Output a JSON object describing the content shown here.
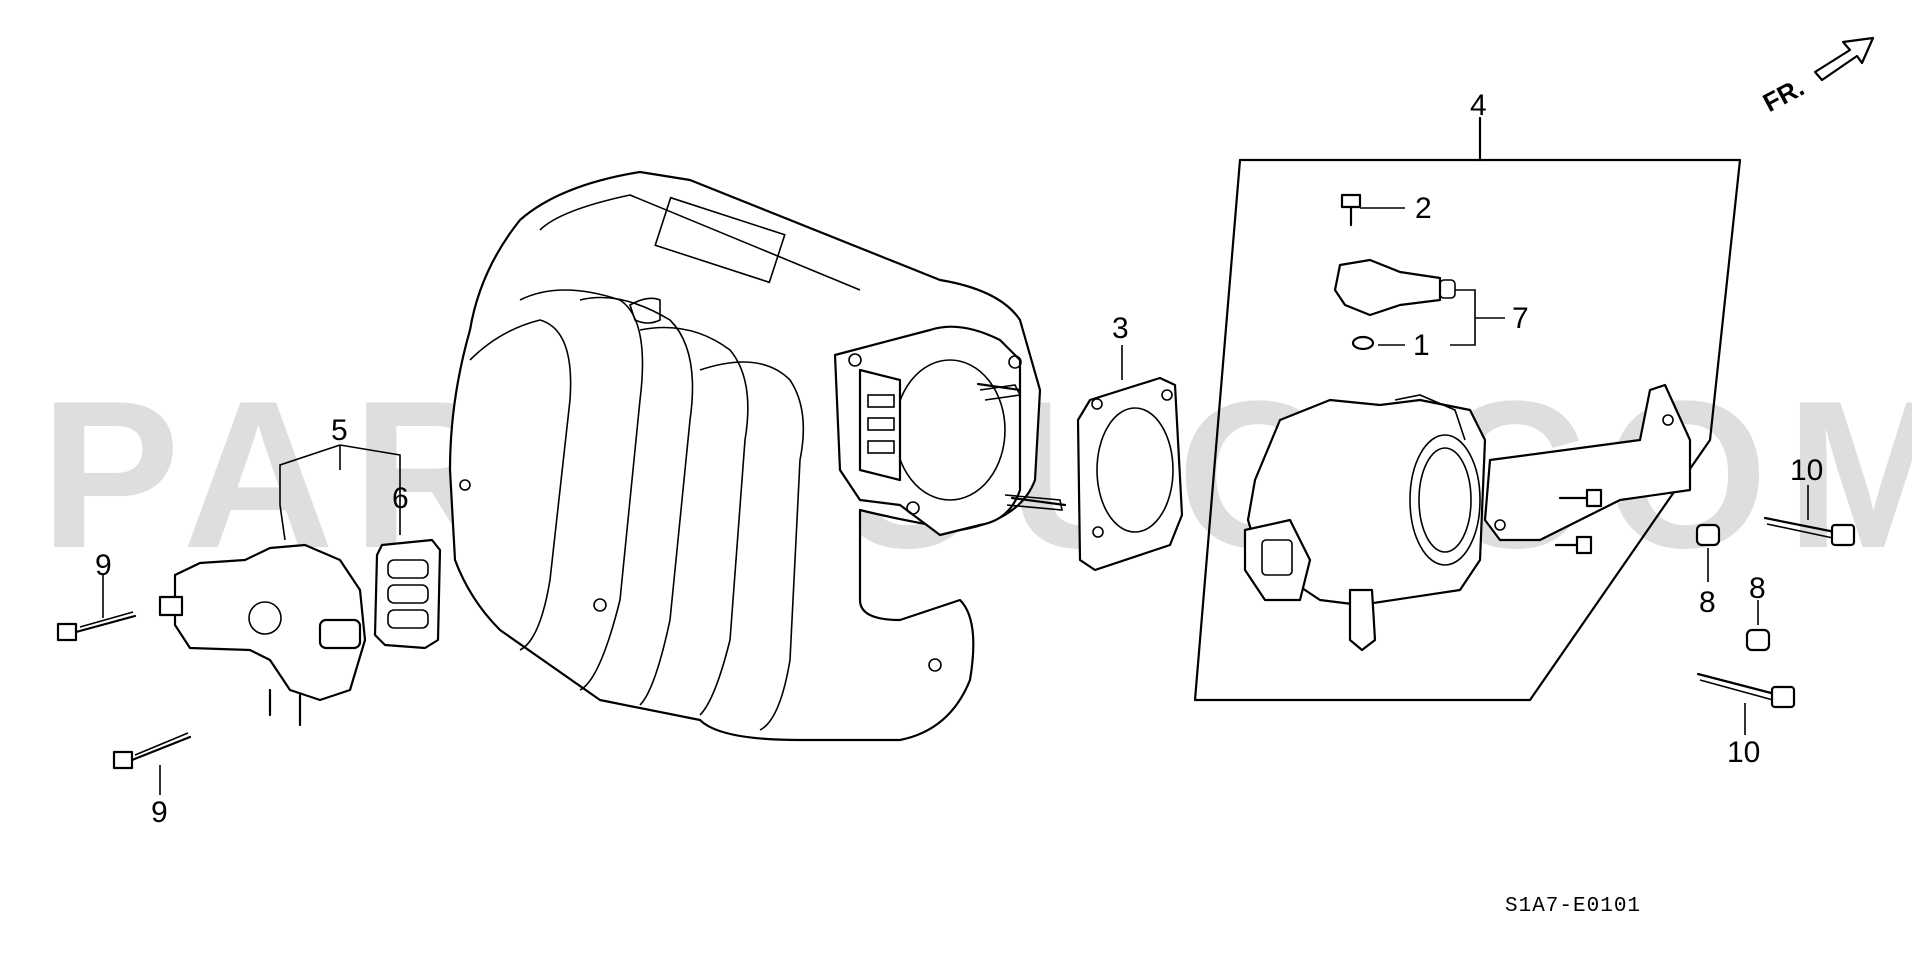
{
  "watermark": "PARTSOUQ.COM",
  "direction_label": "FR.",
  "diagram_code": "S1A7-E0101",
  "callouts": {
    "c1": "1",
    "c2": "2",
    "c3": "3",
    "c4": "4",
    "c5": "5",
    "c6": "6",
    "c7": "7",
    "c8a": "8",
    "c8b": "8",
    "c9a": "9",
    "c9b": "9",
    "c10a": "10",
    "c10b": "10"
  },
  "colors": {
    "line": "#000000",
    "watermark": "#d9d9d9",
    "background": "#ffffff"
  }
}
